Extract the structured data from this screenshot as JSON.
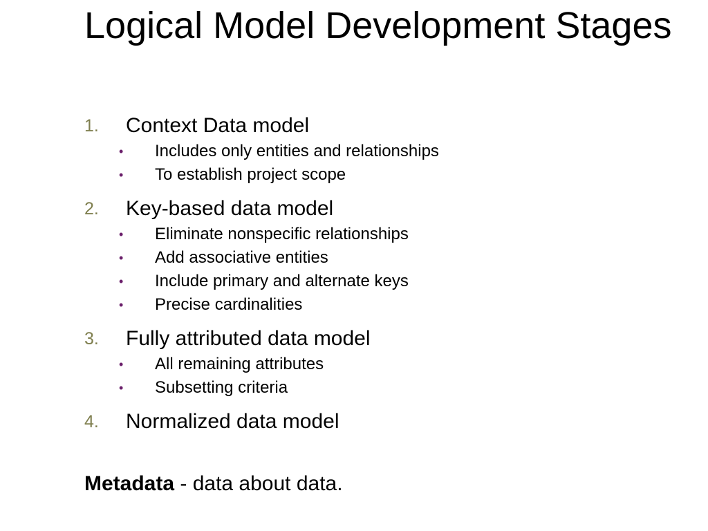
{
  "slide": {
    "title": "Logical Model Development Stages",
    "stages": [
      {
        "number": "1.",
        "label": "Context Data model",
        "points": [
          "Includes only entities and relationships",
          "To establish project scope"
        ]
      },
      {
        "number": "2.",
        "label": "Key-based data model",
        "points": [
          "Eliminate nonspecific relationships",
          "Add associative entities",
          "Include primary and alternate keys",
          "Precise cardinalities"
        ]
      },
      {
        "number": "3.",
        "label": "Fully attributed data model",
        "points": [
          "All remaining attributes",
          "Subsetting criteria"
        ]
      },
      {
        "number": "4.",
        "label": "Normalized data model",
        "points": []
      }
    ],
    "bullet_symbol": "•",
    "footer": {
      "term": "Metadata",
      "definition": " - data about data."
    }
  },
  "colors": {
    "number_accent": "#7f7f4f",
    "bullet_accent": "#6b1f6b",
    "text": "#000000",
    "background": "#ffffff"
  }
}
